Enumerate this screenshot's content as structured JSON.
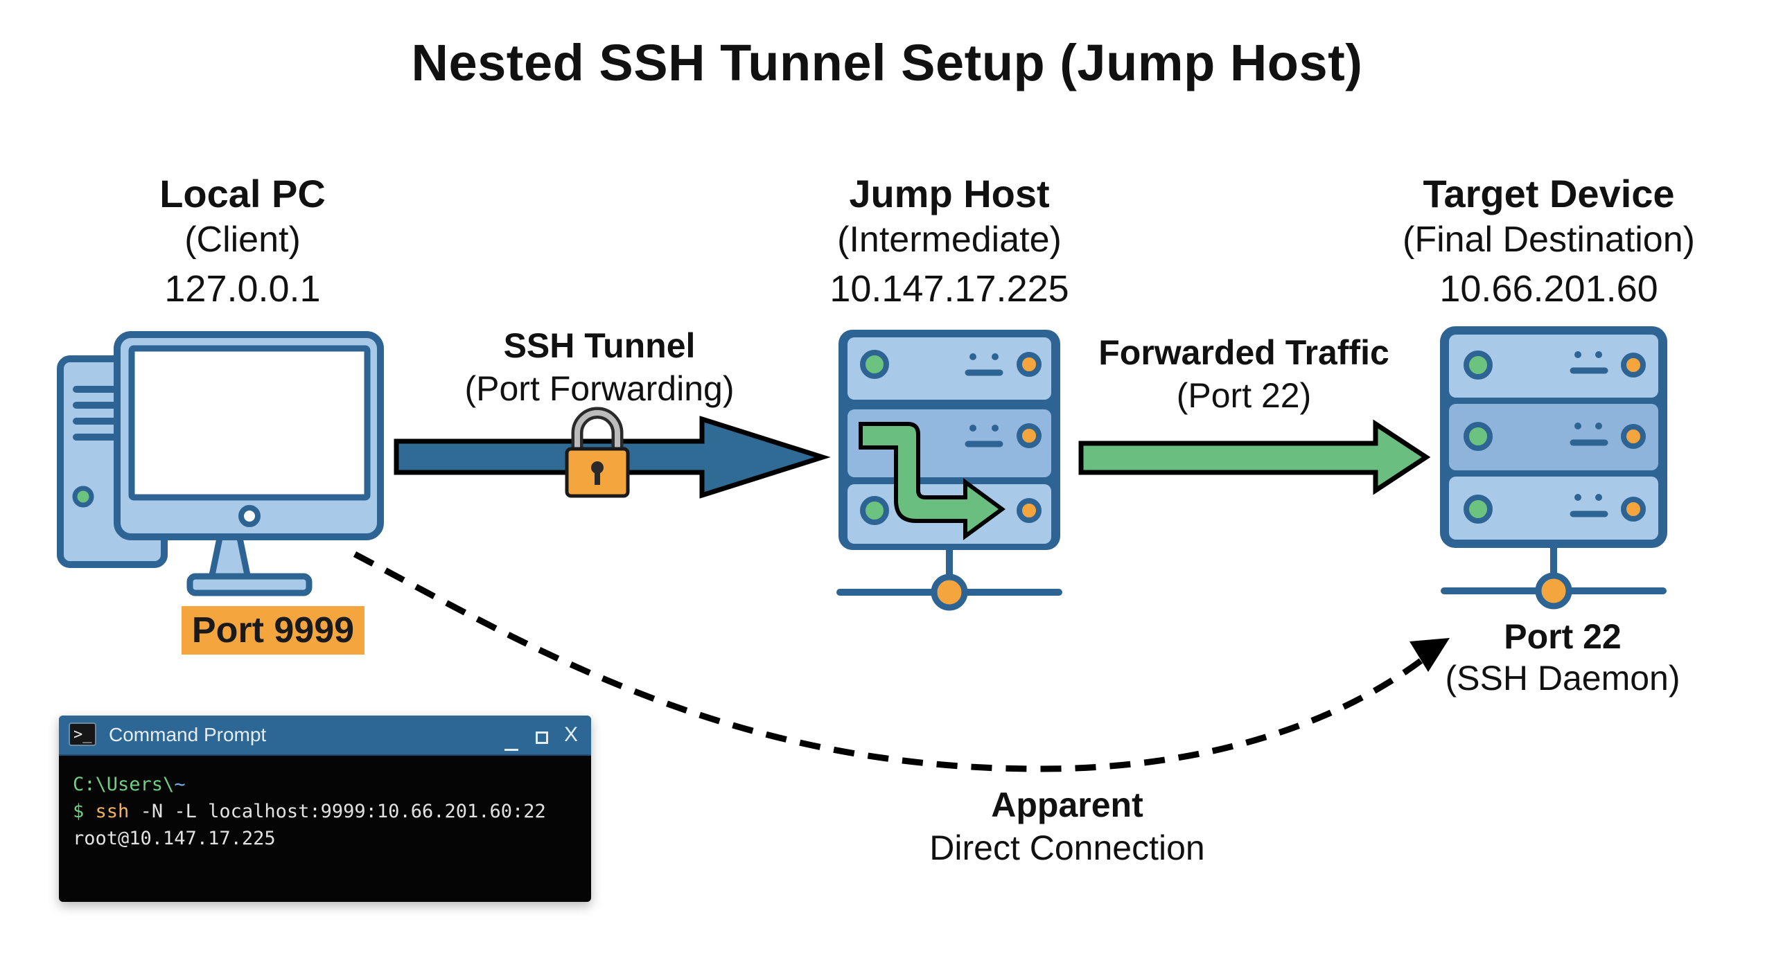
{
  "title": "Nested SSH Tunnel Setup (Jump Host)",
  "colors": {
    "device_stroke": "#2e6493",
    "device_fill": "#a9c9e8",
    "tunnel_arrow": "#2f6b94",
    "forward_arrow": "#6abf80",
    "accent_orange": "#f4a53d",
    "led_green": "#6cc27f"
  },
  "nodes": {
    "local_pc": {
      "name": "Local PC",
      "role": "(Client)",
      "ip": "127.0.0.1",
      "icon": "desktop-computer-icon",
      "port_badge": "Port 9999"
    },
    "jump_host": {
      "name": "Jump Host",
      "role": "(Intermediate)",
      "ip": "10.147.17.225",
      "icon": "server-rack-with-forward-arrow-icon"
    },
    "target": {
      "name": "Target Device",
      "role": "(Final Destination)",
      "ip": "10.66.201.60",
      "icon": "server-rack-icon",
      "port_label": "Port 22",
      "port_sub": "(SSH Daemon)"
    }
  },
  "edges": {
    "ssh_tunnel": {
      "label": "SSH Tunnel",
      "sub": "(Port Forwarding)",
      "icon": "padlock-icon"
    },
    "forwarded": {
      "label": "Forwarded Traffic",
      "sub": "(Port 22)"
    },
    "apparent": {
      "label": "Apparent",
      "sub": "Direct Connection"
    }
  },
  "terminal": {
    "title": "Command Prompt",
    "icon": "terminal-prompt-icon",
    "controls": {
      "minimize": "minimize",
      "maximize": "maximize",
      "close": "X"
    },
    "prompt_path": "C:\\Users\\",
    "prompt_home": "~",
    "prompt_symbol": "$",
    "command": "ssh",
    "args": " -N -L localhost:9999:10.66.201.60:22",
    "line3": "root@10.147.17.225"
  }
}
